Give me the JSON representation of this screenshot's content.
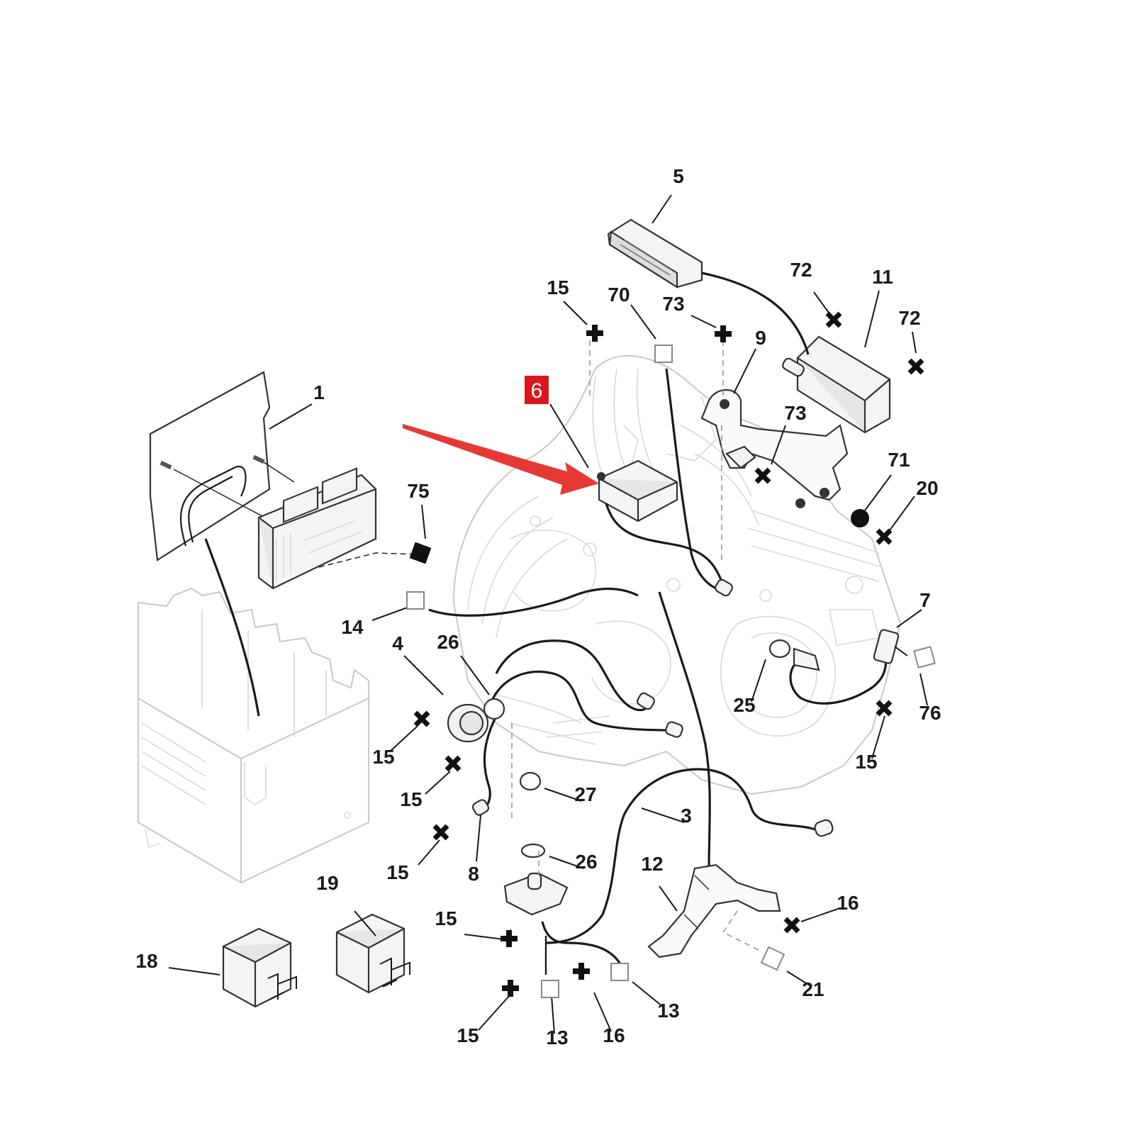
{
  "highlight": {
    "label": "6",
    "box_color": "#d9181e",
    "arrow_color": "#e53935"
  },
  "labels": [
    {
      "id": "5",
      "text": "5"
    },
    {
      "id": "15a",
      "text": "15"
    },
    {
      "id": "70",
      "text": "70"
    },
    {
      "id": "73a",
      "text": "73"
    },
    {
      "id": "72a",
      "text": "72"
    },
    {
      "id": "11",
      "text": "11"
    },
    {
      "id": "72b",
      "text": "72"
    },
    {
      "id": "9",
      "text": "9"
    },
    {
      "id": "1",
      "text": "1"
    },
    {
      "id": "73b",
      "text": "73"
    },
    {
      "id": "71",
      "text": "71"
    },
    {
      "id": "20",
      "text": "20"
    },
    {
      "id": "75",
      "text": "75"
    },
    {
      "id": "14",
      "text": "14"
    },
    {
      "id": "7",
      "text": "7"
    },
    {
      "id": "4",
      "text": "4"
    },
    {
      "id": "26a",
      "text": "26"
    },
    {
      "id": "25",
      "text": "25"
    },
    {
      "id": "76",
      "text": "76"
    },
    {
      "id": "15b",
      "text": "15"
    },
    {
      "id": "15c",
      "text": "15"
    },
    {
      "id": "15d",
      "text": "15"
    },
    {
      "id": "27",
      "text": "27"
    },
    {
      "id": "3",
      "text": "3"
    },
    {
      "id": "15e",
      "text": "15"
    },
    {
      "id": "8",
      "text": "8"
    },
    {
      "id": "26b",
      "text": "26"
    },
    {
      "id": "12",
      "text": "12"
    },
    {
      "id": "16a",
      "text": "16"
    },
    {
      "id": "19",
      "text": "19"
    },
    {
      "id": "18",
      "text": "18"
    },
    {
      "id": "15f",
      "text": "15"
    },
    {
      "id": "21",
      "text": "21"
    },
    {
      "id": "13a",
      "text": "13"
    },
    {
      "id": "15g",
      "text": "15"
    },
    {
      "id": "13b",
      "text": "13"
    },
    {
      "id": "16b",
      "text": "16"
    },
    {
      "id": "15h",
      "text": "15"
    }
  ]
}
